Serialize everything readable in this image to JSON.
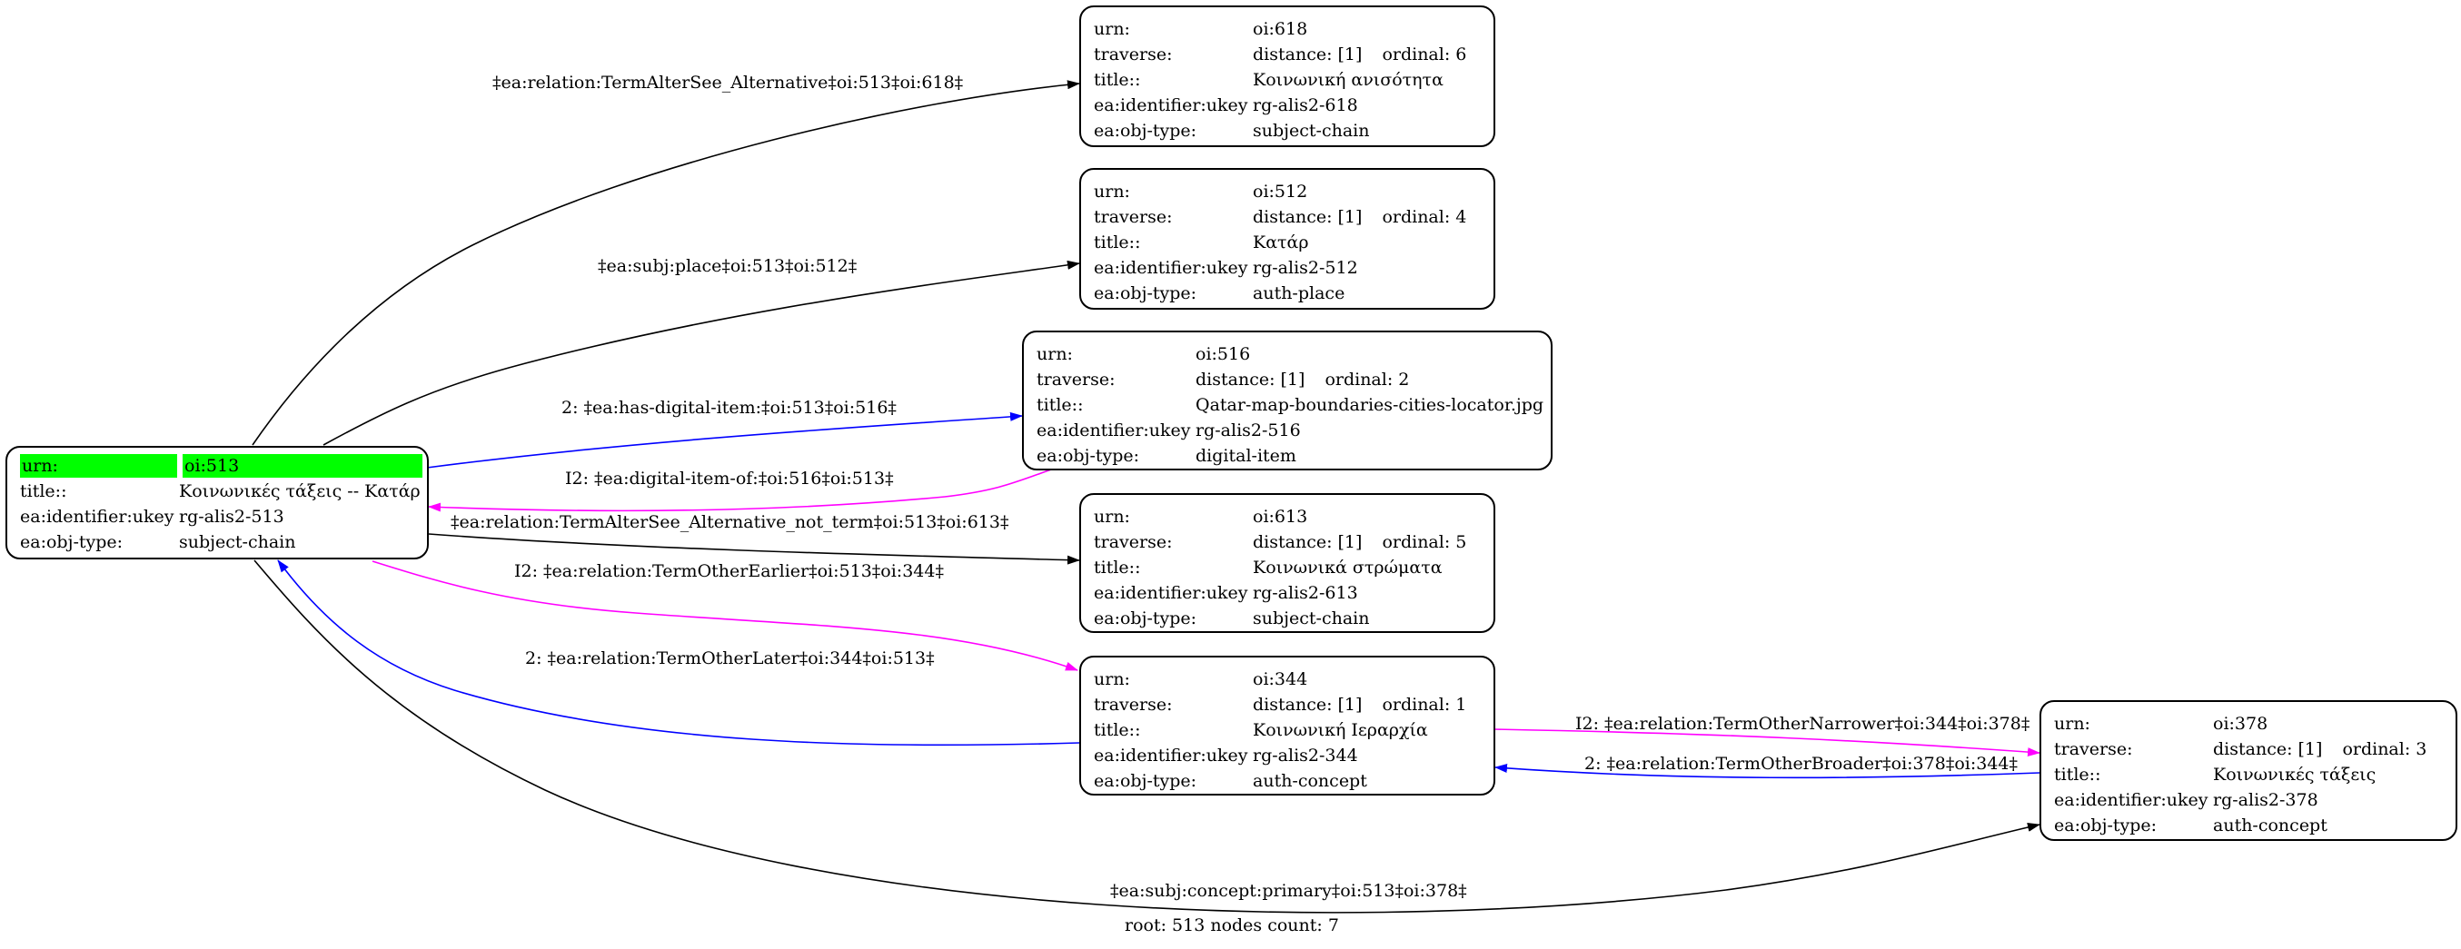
{
  "graph": {
    "footer": "root: 513 nodes count: 7",
    "root": {
      "urn_key": "urn:",
      "urn": "oi:513",
      "title_key": "title::",
      "title": "Κοινωνικές τάξεις -- Κατάρ",
      "ident_key": "ea:identifier:ukey",
      "ident": "rg-alis2-513",
      "type_key": "ea:obj-type:",
      "type": "subject-chain",
      "highlight_color": "#00ff00"
    },
    "nodes": [
      {
        "urn": "oi:618",
        "distance": "distance: [1]",
        "ordinal": "ordinal: 6",
        "title": "Κοινωνική ανισότητα",
        "ident": "rg-alis2-618",
        "type": "subject-chain"
      },
      {
        "urn": "oi:512",
        "distance": "distance: [1]",
        "ordinal": "ordinal: 4",
        "title": "Κατάρ",
        "ident": "rg-alis2-512",
        "type": "auth-place"
      },
      {
        "urn": "oi:516",
        "distance": "distance: [1]",
        "ordinal": "ordinal: 2",
        "title": "Qatar-map-boundaries-cities-locator.jpg",
        "ident": "rg-alis2-516",
        "type": "digital-item"
      },
      {
        "urn": "oi:613",
        "distance": "distance: [1]",
        "ordinal": "ordinal: 5",
        "title": "Κοινωνικά στρώματα",
        "ident": "rg-alis2-613",
        "type": "subject-chain"
      },
      {
        "urn": "oi:344",
        "distance": "distance: [1]",
        "ordinal": "ordinal: 1",
        "title": "Κοινωνική Ιεραρχία",
        "ident": "rg-alis2-344",
        "type": "auth-concept"
      },
      {
        "urn": "oi:378",
        "distance": "distance: [1]",
        "ordinal": "ordinal: 3",
        "title": "Κοινωνικές τάξεις",
        "ident": "rg-alis2-378",
        "type": "auth-concept"
      }
    ],
    "keys": {
      "urn": "urn:",
      "traverse": "traverse:",
      "title": "title::",
      "ident": "ea:identifier:ukey",
      "type": "ea:obj-type:"
    },
    "edge_labels": [
      "‡ea:relation:TermAlterSee_Alternative‡oi:513‡oi:618‡",
      "‡ea:subj:place‡oi:513‡oi:512‡",
      "2: ‡ea:has-digital-item:‡oi:513‡oi:516‡",
      "I2: ‡ea:digital-item-of:‡oi:516‡oi:513‡",
      "‡ea:relation:TermAlterSee_Alternative_not_term‡oi:513‡oi:613‡",
      "I2: ‡ea:relation:TermOtherEarlier‡oi:513‡oi:344‡",
      "2: ‡ea:relation:TermOtherLater‡oi:344‡oi:513‡",
      "I2: ‡ea:relation:TermOtherNarrower‡oi:344‡oi:378‡",
      "2: ‡ea:relation:TermOtherBroader‡oi:378‡oi:344‡",
      "‡ea:subj:concept:primary‡oi:513‡oi:378‡"
    ],
    "colors": {
      "black": "#000000",
      "blue": "#0000ff",
      "magenta": "#ff00ff"
    }
  }
}
